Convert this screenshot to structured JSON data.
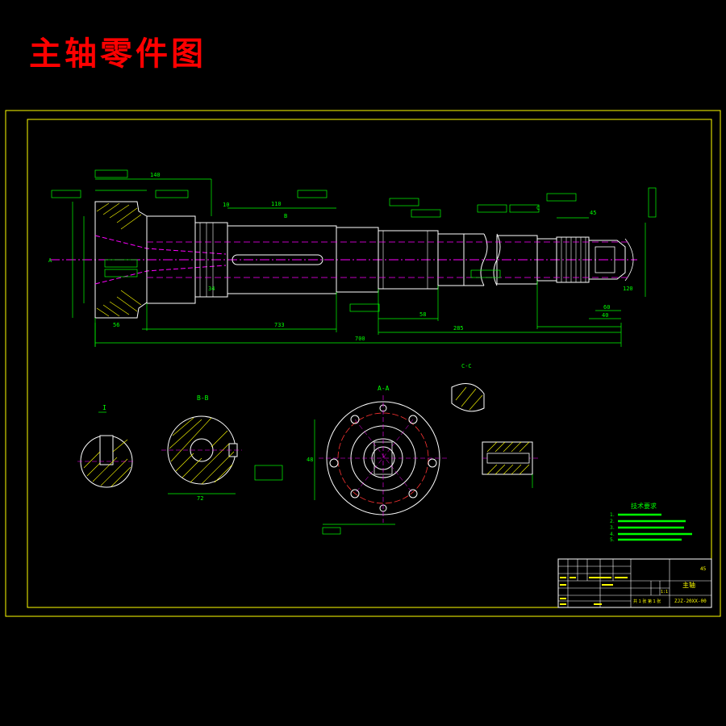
{
  "page_title": "主轴零件图",
  "colors": {
    "title": "#ff0000",
    "frame": "#ffff00",
    "outline": "#ffffff",
    "dimension": "#00ff00",
    "centerline": "#ff00ff",
    "annotation": "#00ffff",
    "hatch": "#ffff00",
    "red_circle": "#ff3333"
  },
  "main_view": {
    "dims": {
      "total_length": "700",
      "len_140": "140",
      "len_110": "110",
      "len_733": "733",
      "len_285": "285",
      "len_58": "58",
      "len_40": "40",
      "len_60": "60",
      "len_120": "120",
      "len_34": "34",
      "len_56": "56",
      "len_45": "45",
      "len_10": "10"
    },
    "section_markers": {
      "A": "A",
      "B": "B",
      "C": "C"
    }
  },
  "section_views": {
    "I_label": "I",
    "B_label": "B-B",
    "A_label": "A-A",
    "C_label": "C-C",
    "bb_width": "72",
    "aa_pcd": "48"
  },
  "technical_requirements": {
    "title": "技术要求",
    "items": [
      "1.",
      "2.",
      "3.",
      "4.",
      "5."
    ]
  },
  "title_block": {
    "part_name": "主轴",
    "material": "45",
    "drawing_no": "ZJZ-20XX-00",
    "scale": "1:1",
    "sheet": "共 1 张 第 1 张"
  }
}
